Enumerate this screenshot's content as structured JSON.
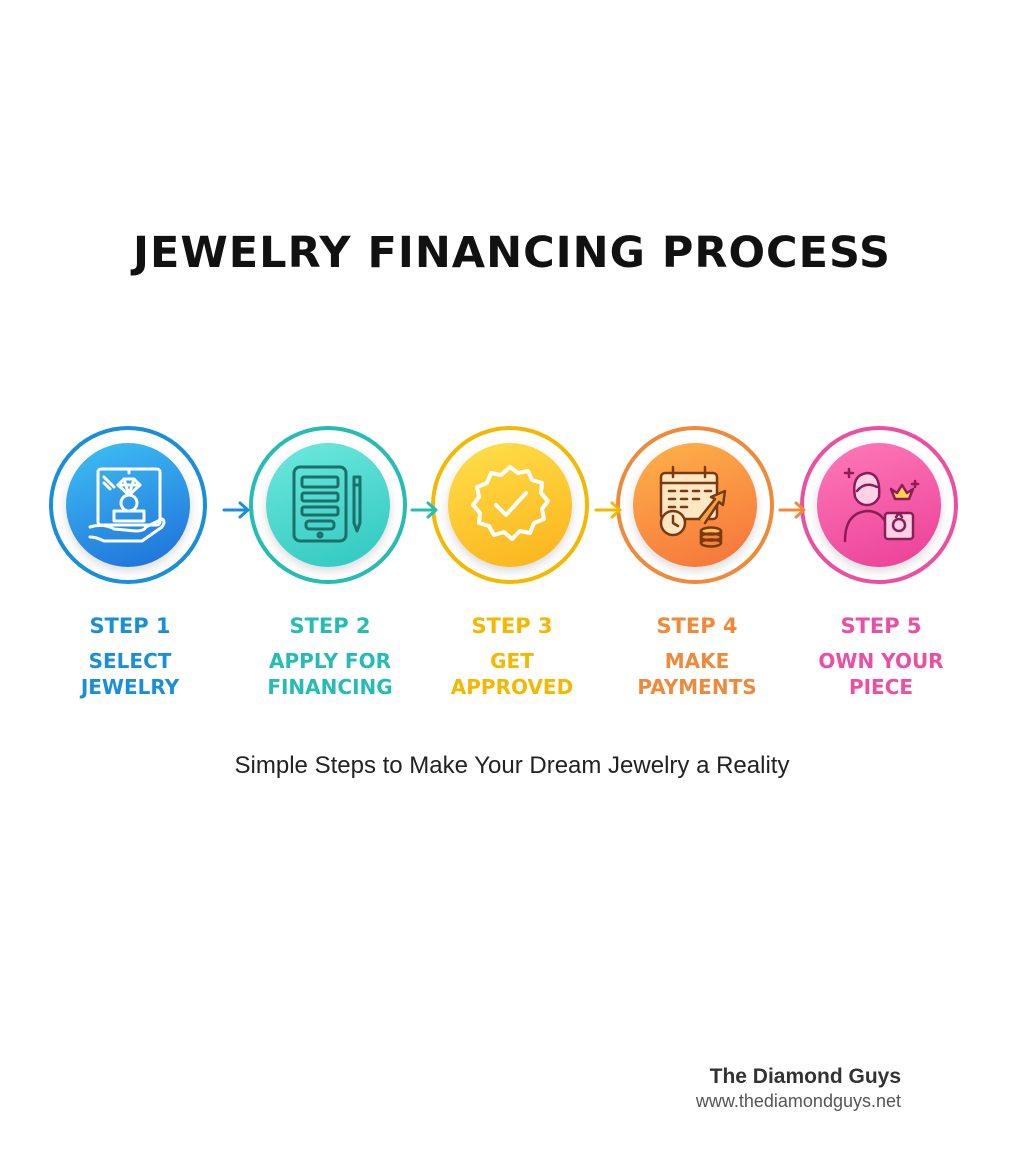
{
  "title": "JEWELRY FINANCING PROCESS",
  "subtitle": "Simple Steps to Make Your Dream Jewelry a Reality",
  "steps": [
    {
      "step": "STEP 1",
      "label_line1": "SELECT",
      "label_line2": "JEWELRY",
      "icon": "ring-on-hand-icon",
      "color": "#1a8fd9",
      "disc_top": "#3fc0f5",
      "disc_bottom": "#1d6fd8"
    },
    {
      "step": "STEP 2",
      "label_line1": "APPLY FOR",
      "label_line2": "FINANCING",
      "icon": "tablet-form-icon",
      "color": "#25bcb4",
      "disc_top": "#6ee9dd",
      "disc_bottom": "#2fc7c0"
    },
    {
      "step": "STEP 3",
      "label_line1": "GET",
      "label_line2": "APPROVED",
      "icon": "approval-badge-icon",
      "color": "#f5b800",
      "disc_top": "#ffe04a",
      "disc_bottom": "#fbb21a"
    },
    {
      "step": "STEP 4",
      "label_line1": "MAKE",
      "label_line2": "PAYMENTS",
      "icon": "calendar-coins-icon",
      "color": "#ef8a3b",
      "disc_top": "#ffb24a",
      "disc_bottom": "#f5733a"
    },
    {
      "step": "STEP 5",
      "label_line1": "OWN YOUR",
      "label_line2": "PIECE",
      "icon": "woman-ring-box-icon",
      "color": "#ec4fa1",
      "disc_top": "#ff7ab8",
      "disc_bottom": "#ea3f97"
    }
  ],
  "brand": {
    "name": "The Diamond Guys",
    "url": "www.thediamondguys.net"
  }
}
